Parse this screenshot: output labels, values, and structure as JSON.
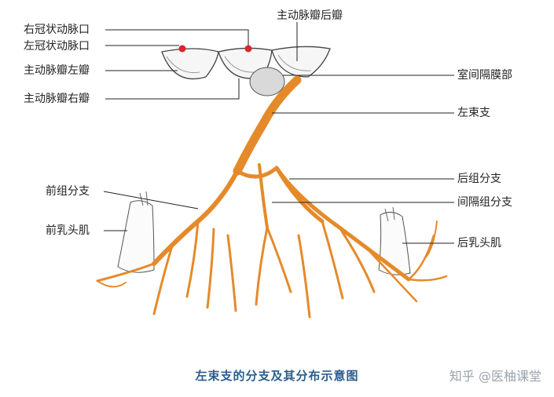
{
  "labels": {
    "right_coronary_ostium": "右冠状动脉口",
    "left_coronary_ostium": "左冠状动脉口",
    "aortic_left_cusp": "主动脉瓣左瓣",
    "aortic_right_cusp": "主动脉瓣右瓣",
    "aortic_posterior_cusp": "主动脉瓣后瓣",
    "membranous_septum": "室间隔膜部",
    "left_bundle_branch": "左束支",
    "posterior_fascicle": "后组分支",
    "septal_fascicle": "间隔组分支",
    "anterior_fascicle": "前组分支",
    "anterior_papillary": "前乳头肌",
    "posterior_papillary": "后乳头肌"
  },
  "caption": "左束支的分支及其分布示意图",
  "credit": "知乎 @医柚课堂",
  "colors": {
    "fiber": "#e58a2a",
    "fiber_edge": "#b35e10",
    "caption": "#2a5d8f",
    "ostium": "#d9262b"
  }
}
